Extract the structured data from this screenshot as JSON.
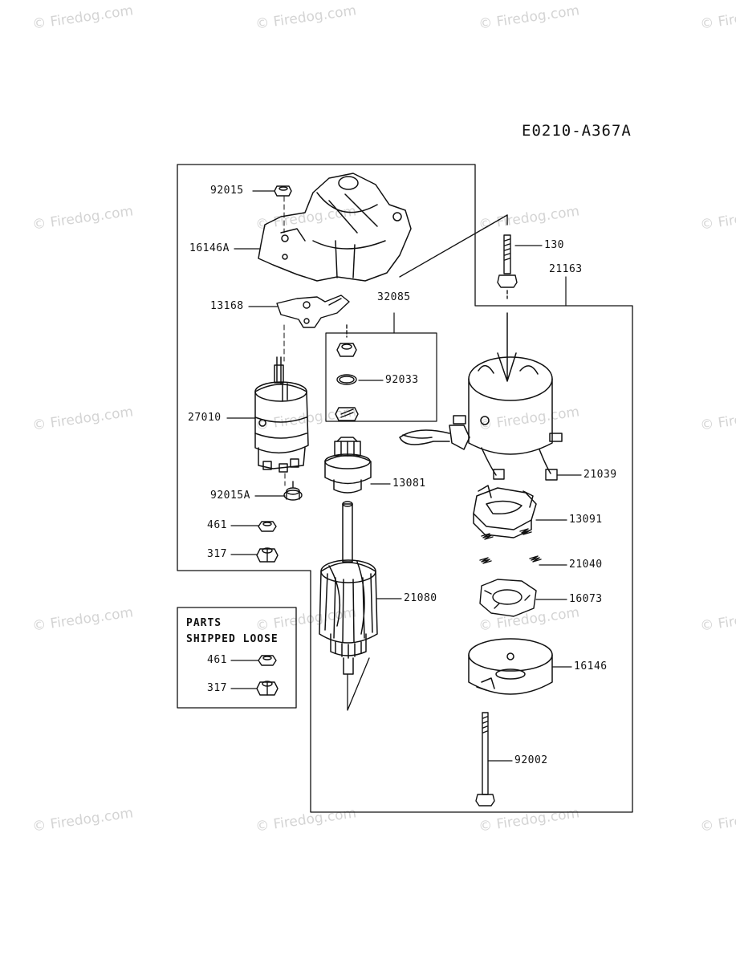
{
  "diagram_code": "E0210-A367A",
  "watermark": "© Firedog.com",
  "note": {
    "line1": "PARTS",
    "line2": "SHIPPED LOOSE"
  },
  "labels": {
    "p92015": "92015",
    "p16146A": "16146A",
    "p13168": "13168",
    "p32085": "32085",
    "p92033": "92033",
    "p27010": "27010",
    "p13081": "13081",
    "p92015A": "92015A",
    "p461": "461",
    "p317": "317",
    "p130": "130",
    "p21163": "21163",
    "p21039": "21039",
    "p13091": "13091",
    "p21040": "21040",
    "p16073": "16073",
    "p21080": "21080",
    "p16146": "16146",
    "p92002": "92002",
    "loose461": "461",
    "loose317": "317"
  }
}
